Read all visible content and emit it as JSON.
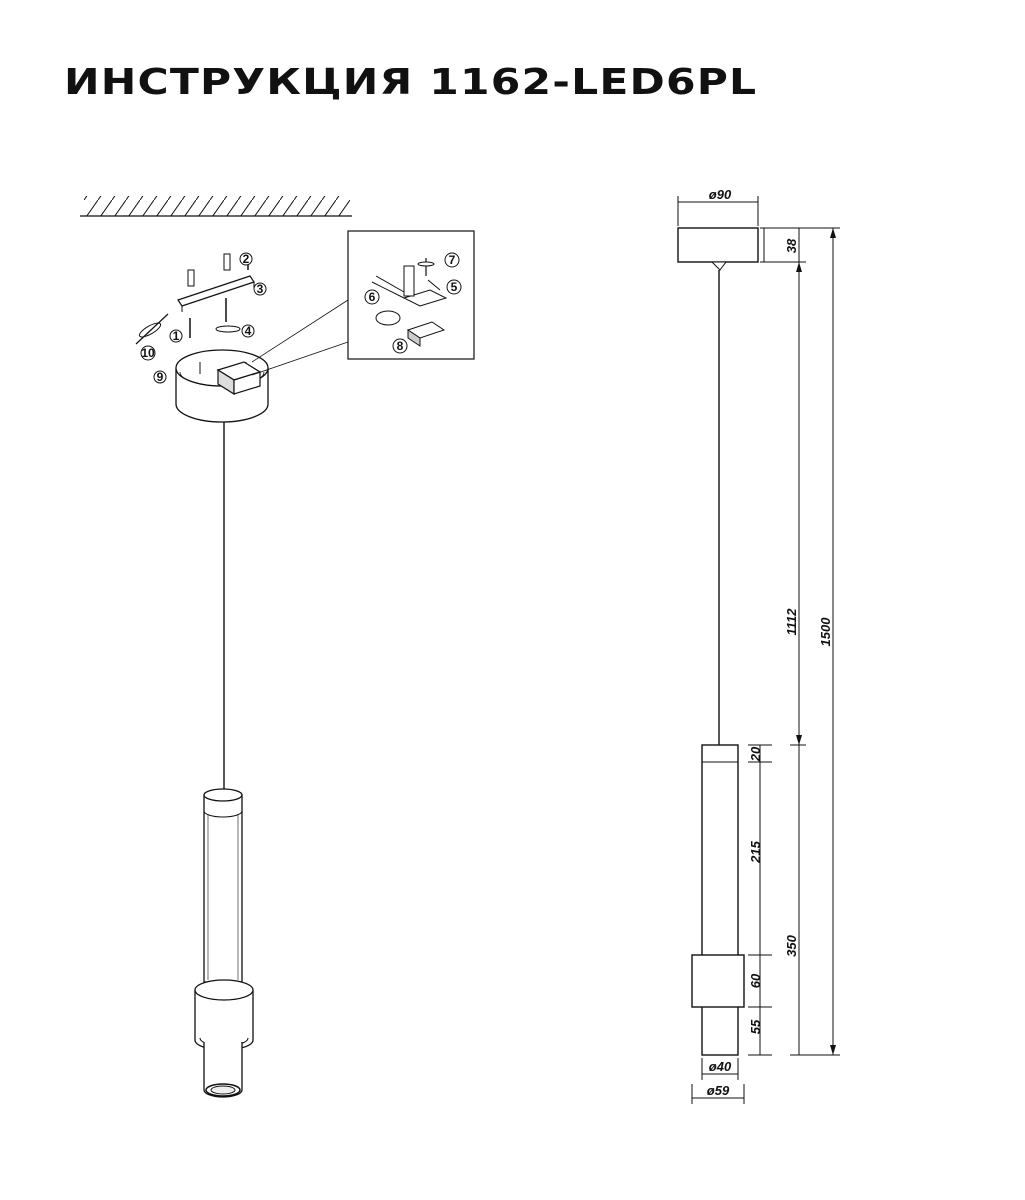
{
  "title": "ИНСТРУКЦИЯ 1162-LED6PL",
  "callouts": {
    "c1": "1",
    "c2": "2",
    "c3": "3",
    "c4": "4",
    "c5": "5",
    "c6": "6",
    "c7": "7",
    "c8": "8",
    "c9": "9",
    "c10": "10"
  },
  "dimensions": {
    "canopy_diameter": "ø90",
    "canopy_height": "38",
    "cable_length": "1112",
    "total_length": "1500",
    "top_ring": "20",
    "tube_upper": "215",
    "tube_total": "350",
    "sleeve": "60",
    "tube_lower": "55",
    "tube_diameter": "ø40",
    "sleeve_diameter": "ø59"
  },
  "colors": {
    "line": "#111111",
    "background": "#ffffff"
  }
}
